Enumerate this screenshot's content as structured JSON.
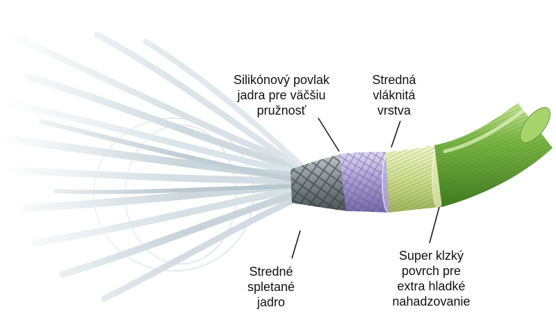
{
  "colors": {
    "outer_layer": "#6ea83a",
    "middle_layer": "#c7d98a",
    "coating_layer": "#9c8fc6",
    "core_braid": "#6f7a80",
    "fibers": "#d5e0e6",
    "leader": "#1a1a1a"
  },
  "labels": {
    "coating": [
      "Silikónový povlak",
      "jadra pre väčšiu",
      "pružnosť"
    ],
    "middle": [
      "Stredná",
      "vláknitá",
      "vrstva"
    ],
    "core": [
      "Stredné",
      "spletané",
      "jadro"
    ],
    "surface": [
      "Super klzký",
      "povrch pre",
      "extra hladké",
      "nahadzovanie"
    ]
  }
}
